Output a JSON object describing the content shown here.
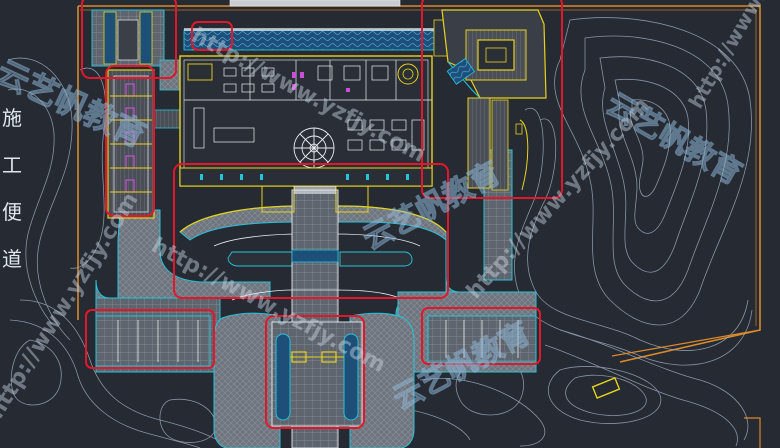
{
  "drawing": {
    "type": "CAD landscape / site plan",
    "colors": {
      "background": "#252a33",
      "boundary": "#d98a2b",
      "highlight": "#e3172a",
      "contour": "#9aa7b7",
      "cyan": "#27c3d9",
      "yellow": "#e6d21c",
      "white": "#e9edf2",
      "magenta": "#c84fd6",
      "paving": "#7d838c",
      "pattern": "#3a7fb0"
    }
  },
  "left_vertical_text": [
    "施",
    "工",
    "便",
    "道"
  ],
  "watermarks": {
    "brand_cn": "云艺帆教育",
    "url": "http://www.yzfjy.com"
  },
  "highlight_boxes": [
    "box-top-left-entrance",
    "box-top-water-feature",
    "box-left-pergola",
    "box-top-right-building",
    "box-central-plaza",
    "box-bottom-left-parking",
    "box-bottom-center-gate",
    "box-bottom-right-parking"
  ]
}
